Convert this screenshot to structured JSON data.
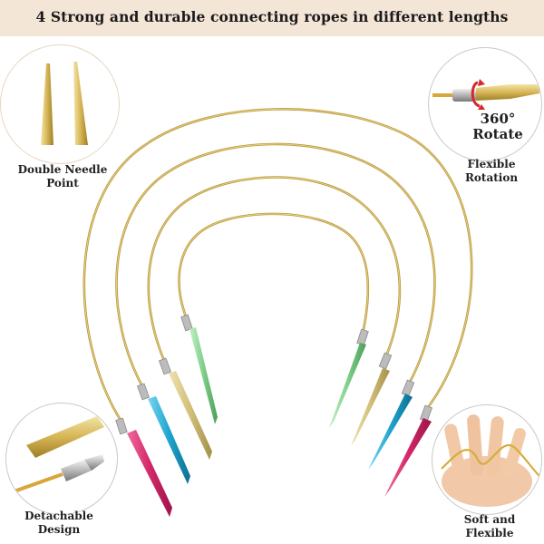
{
  "header": {
    "title": "4 Strong and durable connecting ropes in different lengths"
  },
  "features": {
    "double_needle": {
      "line1": "Double Needle",
      "line2": "Point"
    },
    "flexible_rotation": {
      "line1": "Flexible",
      "line2": "Rotation",
      "badge_line1": "360°",
      "badge_line2": "Rotate"
    },
    "detachable": {
      "line1": "Detachable",
      "line2": "Design"
    },
    "soft_flexible": {
      "line1": "Soft and",
      "line2": "Flexible"
    }
  },
  "colors": {
    "banner": "#f4e6d7",
    "cable_gold": "#c9a94a",
    "needle_pink": "#d4286a",
    "needle_blue": "#1ea5cf",
    "needle_gold": "#d2bf79",
    "needle_green": "#7fcf8a"
  }
}
